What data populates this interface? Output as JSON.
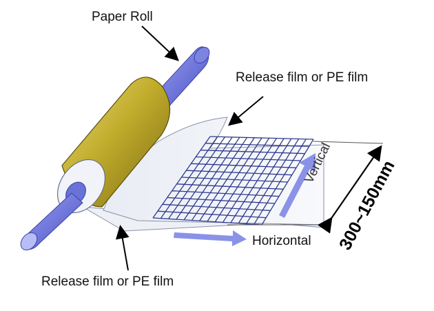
{
  "labels": {
    "paper_roll": "Paper Roll",
    "release_film_top": "Release film or PE film",
    "release_film_bottom": "Release film or PE film",
    "horizontal": "Horizontal",
    "vertical": "Vertical",
    "dimension": "300~150mm"
  },
  "colors": {
    "rod": "#6a72d8",
    "roll_gold": "#b9a32a",
    "grid": "#2d3a8c",
    "arrow": "#8a92e8"
  }
}
